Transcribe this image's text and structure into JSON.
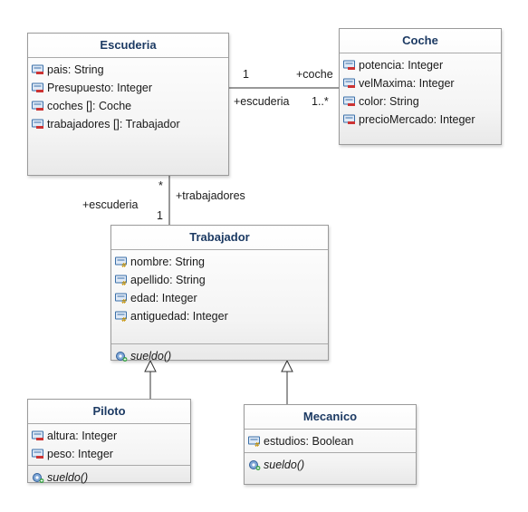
{
  "classes": {
    "escuderia": {
      "name": "Escuderia",
      "attributes": [
        {
          "text": "pais: String",
          "icon": "private-field-icon"
        },
        {
          "text": "Presupuesto: Integer",
          "icon": "private-field-icon"
        },
        {
          "text": "coches []: Coche",
          "icon": "private-field-icon"
        },
        {
          "text": "trabajadores []: Trabajador",
          "icon": "private-field-icon"
        }
      ]
    },
    "coche": {
      "name": "Coche",
      "attributes": [
        {
          "text": "potencia: Integer",
          "icon": "private-field-icon"
        },
        {
          "text": "velMaxima: Integer",
          "icon": "private-field-icon"
        },
        {
          "text": "color: String",
          "icon": "private-field-icon"
        },
        {
          "text": "precioMercado: Integer",
          "icon": "private-field-icon"
        }
      ]
    },
    "trabajador": {
      "name": "Trabajador",
      "attributes": [
        {
          "text": "nombre: String",
          "icon": "protected-field-icon"
        },
        {
          "text": "apellido: String",
          "icon": "protected-field-icon"
        },
        {
          "text": "edad: Integer",
          "icon": "protected-field-icon"
        },
        {
          "text": "antiguedad: Integer",
          "icon": "protected-field-icon"
        }
      ],
      "operations": [
        {
          "text": "sueldo()",
          "icon": "public-method-icon"
        }
      ]
    },
    "piloto": {
      "name": "Piloto",
      "attributes": [
        {
          "text": "altura: Integer",
          "icon": "private-field-icon"
        },
        {
          "text": "peso: Integer",
          "icon": "private-field-icon"
        }
      ],
      "operations": [
        {
          "text": "sueldo()",
          "icon": "public-method-icon"
        }
      ]
    },
    "mecanico": {
      "name": "Mecanico",
      "attributes": [
        {
          "text": "estudios: Boolean",
          "icon": "protected-field-icon"
        }
      ],
      "operations": [
        {
          "text": "sueldo()",
          "icon": "public-method-icon"
        }
      ]
    }
  },
  "associations": {
    "escuderia_coche": {
      "source_multiplicity": "1",
      "source_role": "+escuderia",
      "target_role": "+coche",
      "target_multiplicity": "1..*"
    },
    "escuderia_trabajador": {
      "source_multiplicity": "*",
      "source_role": "+escuderia",
      "target_role": "+trabajadores",
      "target_multiplicity": "1"
    }
  },
  "colors": {
    "class_title": "#1c3a63",
    "border": "#9a9a9a",
    "line": "#333333"
  }
}
